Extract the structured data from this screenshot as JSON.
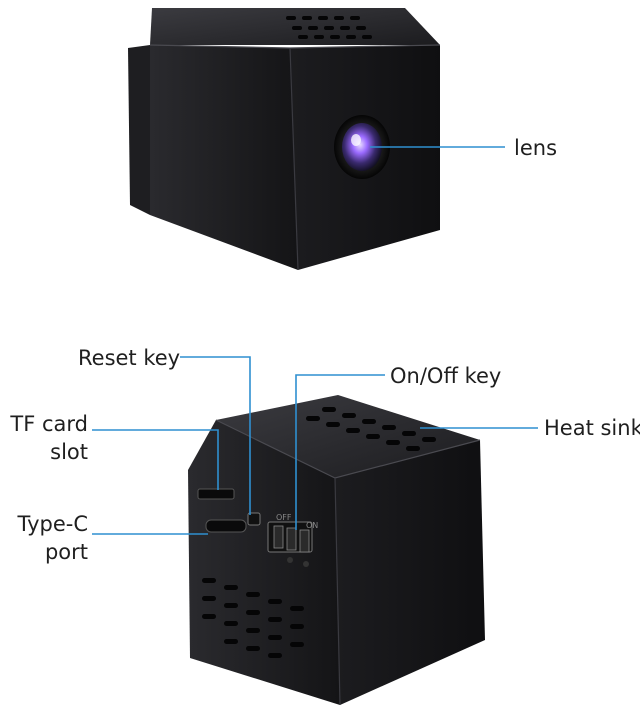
{
  "labels": {
    "lens": "lens",
    "reset_key": "Reset key",
    "on_off_key": "On/Off key",
    "tf_card_slot_line1": "TF card",
    "tf_card_slot_line2": "slot",
    "heat_sink": "Heat sink",
    "type_c_port_line1": "Type-C",
    "type_c_port_line2": "port"
  },
  "device_markings": {
    "off": "OFF",
    "on": "ON"
  },
  "colors": {
    "leader_line": "#2f8fd0",
    "body_dark": "#1a1a1c",
    "body_mid": "#2a2a2d",
    "body_light": "#3a3a3e",
    "vent": "#050506",
    "lens_glow": "#8a5cff"
  }
}
